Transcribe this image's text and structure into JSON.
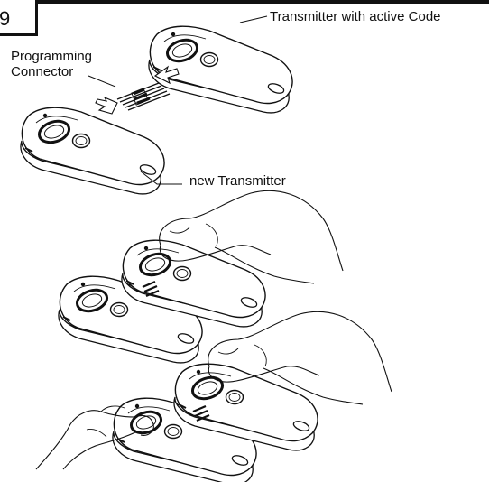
{
  "step": {
    "number": "9"
  },
  "labels": {
    "active_code": "Transmitter with active Code",
    "programming": "Programming",
    "connector": "Connector",
    "new_transmitter": "new Transmitter"
  },
  "icons": [
    "transmitter-icon",
    "hand-icon",
    "programming-connector-icon",
    "arrow-icon"
  ]
}
